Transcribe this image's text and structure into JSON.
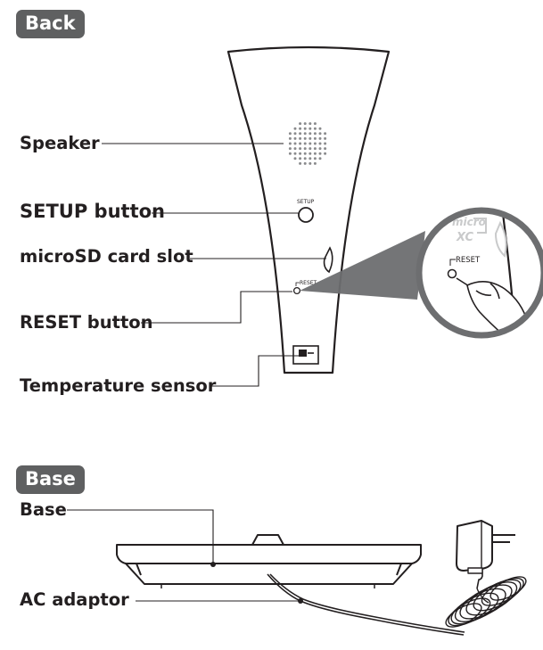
{
  "sections": {
    "back": {
      "title": "Back"
    },
    "base": {
      "title": "Base"
    }
  },
  "back_labels": {
    "speaker": "Speaker",
    "setup_button": "SETUP button",
    "microsd_slot": "microSD card slot",
    "reset_button": "RESET button",
    "temperature_sensor": "Temperature sensor"
  },
  "device_markings": {
    "setup": "SETUP",
    "reset": "RESET",
    "microsd_logo_top": "micro",
    "microsd_logo_bottom": "XC"
  },
  "base_labels": {
    "base": "Base",
    "ac_adaptor": "AC adaptor"
  },
  "colors": {
    "ink": "#231f20",
    "badge": "#5f6061",
    "zoom_ring": "#6d6e70"
  }
}
